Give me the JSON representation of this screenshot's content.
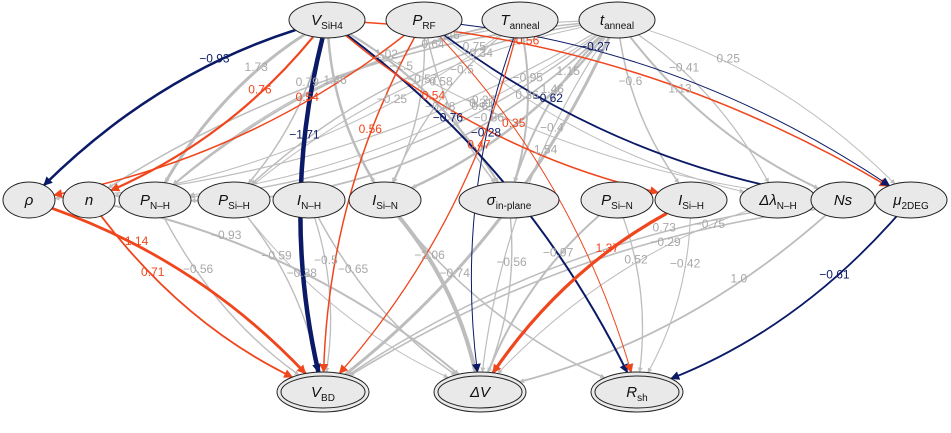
{
  "colors": {
    "grey": "#bdbdbd",
    "navy": "#0b1a66",
    "red": "#f0461d",
    "node_fill": "#e9e9e9",
    "node_stroke": "#222222"
  },
  "nodes": [
    {
      "id": "VSiH4",
      "main": "V",
      "sub": "SiH4",
      "level": "top"
    },
    {
      "id": "PRF",
      "main": "P",
      "sub": "RF",
      "level": "top"
    },
    {
      "id": "Tanneal",
      "main": "T",
      "sub": "anneal",
      "level": "top"
    },
    {
      "id": "tanneal",
      "main": "t",
      "sub": "anneal",
      "level": "top"
    },
    {
      "id": "rho",
      "main": "ρ",
      "sub": "",
      "level": "middle"
    },
    {
      "id": "n",
      "main": "n",
      "sub": "",
      "level": "middle"
    },
    {
      "id": "PNH",
      "main": "P",
      "sub": "N–H",
      "level": "middle"
    },
    {
      "id": "PSiH",
      "main": "P",
      "sub": "Si–H",
      "level": "middle"
    },
    {
      "id": "INH",
      "main": "I",
      "sub": "N–H",
      "level": "middle"
    },
    {
      "id": "ISiN",
      "main": "I",
      "sub": "Si–N",
      "level": "middle"
    },
    {
      "id": "sigma",
      "main": "σ",
      "sub": "in-plane",
      "level": "middle"
    },
    {
      "id": "PSiN",
      "main": "P",
      "sub": "Si–N",
      "level": "middle"
    },
    {
      "id": "ISiH",
      "main": "I",
      "sub": "Si–H",
      "level": "middle"
    },
    {
      "id": "dlambda",
      "main": "Δλ",
      "sub": "N–H",
      "level": "middle"
    },
    {
      "id": "Ns",
      "main": "Ns",
      "sub": "",
      "level": "middle"
    },
    {
      "id": "mu",
      "main": "μ",
      "sub": "2DEG",
      "level": "middle"
    },
    {
      "id": "VBD",
      "main": "V",
      "sub": "BD",
      "level": "bottom"
    },
    {
      "id": "dV",
      "main": "ΔV",
      "sub": "",
      "level": "bottom"
    },
    {
      "id": "Rsh",
      "main": "R",
      "sub": "sh",
      "level": "bottom"
    }
  ],
  "edges": [
    {
      "from": "VSiH4",
      "to": "rho",
      "label": "−0.93",
      "color": "navy",
      "width": 2.5
    },
    {
      "from": "VSiH4",
      "to": "n",
      "label": "0.76",
      "color": "red",
      "width": 2.2
    },
    {
      "from": "VSiH4",
      "to": "PNH",
      "label": "1.73",
      "color": "grey",
      "width": 3
    },
    {
      "from": "VSiH4",
      "to": "PSiH",
      "label": "0.79",
      "color": "grey",
      "width": 1.5
    },
    {
      "from": "VSiH4",
      "to": "VBD",
      "label": "−1.71",
      "color": "navy",
      "width": 4.5
    },
    {
      "from": "VSiH4",
      "to": "Rsh",
      "label": "−0.76",
      "color": "navy",
      "width": 2
    },
    {
      "from": "VSiH4",
      "to": "ISiN",
      "label": "1.46",
      "color": "grey",
      "width": 2.5
    },
    {
      "from": "VSiH4",
      "to": "sigma",
      "label": "−1.5",
      "color": "grey",
      "width": 2.2
    },
    {
      "from": "VSiH4",
      "to": "ISiH",
      "label": "0.54",
      "color": "red",
      "width": 1.5
    },
    {
      "from": "VSiH4",
      "to": "mu",
      "label": "0.56",
      "color": "red",
      "width": 1.5
    },
    {
      "from": "VSiH4",
      "to": "Ns",
      "label": "0.31",
      "color": "grey",
      "width": 1
    },
    {
      "from": "PRF",
      "to": "rho",
      "label": "0.54",
      "color": "red",
      "width": 1.5
    },
    {
      "from": "PRF",
      "to": "VBD",
      "label": "0.56",
      "color": "red",
      "width": 1.5
    },
    {
      "from": "PRF",
      "to": "Rsh",
      "label": "0.35",
      "color": "red",
      "width": 1
    },
    {
      "from": "PRF",
      "to": "sigma",
      "label": "0.58",
      "color": "grey",
      "width": 1.4
    },
    {
      "from": "PRF",
      "to": "ISiN",
      "label": "−0.57",
      "color": "grey",
      "width": 1.4
    },
    {
      "from": "PRF",
      "to": "Ns",
      "label": "−0.62",
      "color": "navy",
      "width": 1.8
    },
    {
      "from": "PRF",
      "to": "mu",
      "label": "−0.27",
      "color": "navy",
      "width": 1
    },
    {
      "from": "PRF",
      "to": "dlambda",
      "label": "0.36",
      "color": "grey",
      "width": 1
    },
    {
      "from": "Tanneal",
      "to": "VBD",
      "label": "0.47",
      "color": "red",
      "width": 1.3
    },
    {
      "from": "Tanneal",
      "to": "dV",
      "label": "−0.28",
      "color": "navy",
      "width": 1
    },
    {
      "from": "Tanneal",
      "to": "sigma",
      "label": "−0.95",
      "color": "grey",
      "width": 2
    },
    {
      "from": "Tanneal",
      "to": "ISiN",
      "label": "−0.5",
      "color": "grey",
      "width": 1.3
    },
    {
      "from": "Tanneal",
      "to": "n",
      "label": "−0.25",
      "color": "grey",
      "width": 1
    },
    {
      "from": "Tanneal",
      "to": "PNH",
      "label": "1.02",
      "color": "grey",
      "width": 1.8
    },
    {
      "from": "tanneal",
      "to": "rho",
      "label": "−0.48",
      "color": "grey",
      "width": 1.2
    },
    {
      "from": "tanneal",
      "to": "n",
      "label": "0.64",
      "color": "grey",
      "width": 1.5
    },
    {
      "from": "tanneal",
      "to": "PNH",
      "label": "−0.27",
      "color": "grey",
      "width": 1
    },
    {
      "from": "tanneal",
      "to": "PSiH",
      "label": "−0.34",
      "color": "grey",
      "width": 1
    },
    {
      "from": "tanneal",
      "to": "ISiN",
      "label": "1.46",
      "color": "grey",
      "width": 2.5
    },
    {
      "from": "tanneal",
      "to": "ISiH",
      "label": "−0.6",
      "color": "grey",
      "width": 1.5
    },
    {
      "from": "tanneal",
      "to": "dlambda",
      "label": "−0.41",
      "color": "grey",
      "width": 1.2
    },
    {
      "from": "tanneal",
      "to": "Ns",
      "label": "1.13",
      "color": "grey",
      "width": 2
    },
    {
      "from": "tanneal",
      "to": "mu",
      "label": "0.25",
      "color": "grey",
      "width": 1
    },
    {
      "from": "tanneal",
      "to": "dV",
      "label": "−0.4",
      "color": "grey",
      "width": 1.2
    },
    {
      "from": "tanneal",
      "to": "VBD",
      "label": "1.54",
      "color": "grey",
      "width": 3
    },
    {
      "from": "tanneal",
      "to": "sigma",
      "label": "1.15",
      "color": "grey",
      "width": 2
    },
    {
      "from": "tanneal",
      "to": "PNH",
      "label": "0.61",
      "color": "grey",
      "width": 1.4
    },
    {
      "from": "tanneal",
      "to": "PNH",
      "label": "0.46",
      "color": "grey",
      "width": 1.2
    },
    {
      "from": "tanneal",
      "to": "PNH",
      "label": "−0.86",
      "color": "grey",
      "width": 1.8
    },
    {
      "from": "tanneal",
      "to": "PSiH",
      "label": "0.75",
      "color": "grey",
      "width": 1.5
    },
    {
      "from": "rho",
      "to": "VBD",
      "label": "1.14",
      "color": "red",
      "width": 2.8
    },
    {
      "from": "n",
      "to": "VBD",
      "label": "0.71",
      "color": "red",
      "width": 1.8
    },
    {
      "from": "n",
      "to": "dV",
      "label": "−0.93",
      "color": "grey",
      "width": 2
    },
    {
      "from": "PNH",
      "to": "VBD",
      "label": "−0.56",
      "color": "grey",
      "width": 1.4
    },
    {
      "from": "PSiH",
      "to": "VBD",
      "label": "−0.59",
      "color": "grey",
      "width": 1.4
    },
    {
      "from": "PSiH",
      "to": "dV",
      "label": "−0.38",
      "color": "grey",
      "width": 1
    },
    {
      "from": "INH",
      "to": "VBD",
      "label": "−0.5",
      "color": "grey",
      "width": 1.3
    },
    {
      "from": "INH",
      "to": "dV",
      "label": "−0.65",
      "color": "grey",
      "width": 1.5
    },
    {
      "from": "ISiN",
      "to": "dV",
      "label": "−2.06",
      "color": "grey",
      "width": 4
    },
    {
      "from": "ISiN",
      "to": "Rsh",
      "label": "−0.74",
      "color": "grey",
      "width": 1.6
    },
    {
      "from": "sigma",
      "to": "dV",
      "label": "−0.56",
      "color": "grey",
      "width": 1.4
    },
    {
      "from": "PSiN",
      "to": "dV",
      "label": "−0.97",
      "color": "grey",
      "width": 2
    },
    {
      "from": "PSiN",
      "to": "Rsh",
      "label": "0.52",
      "color": "grey",
      "width": 1.3
    },
    {
      "from": "ISiH",
      "to": "dV",
      "label": "1.37",
      "color": "red",
      "width": 3.2
    },
    {
      "from": "ISiH",
      "to": "Rsh",
      "label": "−0.42",
      "color": "grey",
      "width": 1.1
    },
    {
      "from": "dlambda",
      "to": "dV",
      "label": "−0.29",
      "color": "grey",
      "width": 1
    },
    {
      "from": "Ns",
      "to": "dV",
      "label": "1.0",
      "color": "grey",
      "width": 1.8
    },
    {
      "from": "Ns",
      "to": "VBD",
      "label": "0.73",
      "color": "grey",
      "width": 1.5
    },
    {
      "from": "mu",
      "to": "Rsh",
      "label": "−0.61",
      "color": "navy",
      "width": 1.8
    },
    {
      "from": "mu",
      "to": "VBD",
      "label": "−0.75",
      "color": "grey",
      "width": 1.6
    }
  ]
}
